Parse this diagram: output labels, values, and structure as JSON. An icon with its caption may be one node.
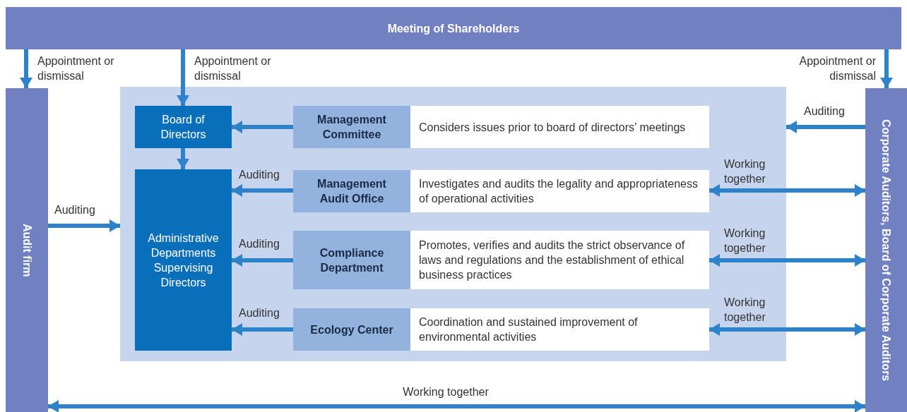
{
  "diagram": {
    "nodes": [
      {
        "text": [
          "Meeting of Shareholders"
        ]
      },
      {
        "text": [
          "Audit firm"
        ]
      },
      {
        "text": [
          "Corporate Auditors, Board of Corporate Auditors"
        ]
      },
      {
        "text": [],
        "shape": "box"
      },
      {
        "text": [
          "Board of Directors"
        ],
        "in": 3
      },
      {
        "text": [
          "Administrative Departments Supervising Directors"
        ],
        "in": 3
      },
      {
        "text": [
          "Management Committee"
        ],
        "in": 3
      },
      {
        "text": [
          "Considers issues prior to board of directors’ meetings"
        ],
        "in": 3
      },
      {
        "text": [
          "Management Audit Office"
        ],
        "in": 3
      },
      {
        "text": [
          "Investigates and audits the legality and appropriateness of operational activities"
        ],
        "in": 3
      },
      {
        "text": [
          "Compliance Department"
        ],
        "in": 3
      },
      {
        "text": [
          "Promotes, verifies and audits the strict observance of laws and regulations and the establishment of ethical business practices"
        ],
        "in": 3
      },
      {
        "text": [
          "Ecology Center"
        ],
        "in": 3
      },
      {
        "text": [
          "Coordination and sustained improvement of environmental activities"
        ],
        "in": 3
      }
    ],
    "edges": [
      {
        "from": 0,
        "to": 1,
        "arrow": "to",
        "label": "Appointment or dismissal"
      },
      {
        "from": 0,
        "to": 4,
        "arrow": "to",
        "label": "Appointment or dismissal"
      },
      {
        "from": 0,
        "to": 2,
        "arrow": "to",
        "label": "Appointment or dismissal"
      },
      {
        "from": 6,
        "to": 4,
        "arrow": "to"
      },
      {
        "from": 4,
        "to": 5,
        "arrow": "to"
      },
      {
        "from": 8,
        "to": 5,
        "arrow": "to",
        "label": "Auditing"
      },
      {
        "from": 10,
        "to": 5,
        "arrow": "to",
        "label": "Auditing"
      },
      {
        "from": 12,
        "to": 5,
        "arrow": "to",
        "label": "Auditing"
      },
      {
        "from": 2,
        "to": 3,
        "arrow": "to",
        "label": "Auditing"
      },
      {
        "from": 9,
        "to": 2,
        "arrow": "both",
        "label": "Working together"
      },
      {
        "from": 11,
        "to": 2,
        "arrow": "both",
        "label": "Working together"
      },
      {
        "from": 13,
        "to": 2,
        "arrow": "both",
        "label": "Working together"
      },
      {
        "from": 1,
        "to": 2,
        "arrow": "both",
        "label": "Working together"
      },
      {
        "from": 1,
        "to": 3,
        "arrow": "to",
        "label": "Auditing"
      }
    ]
  }
}
